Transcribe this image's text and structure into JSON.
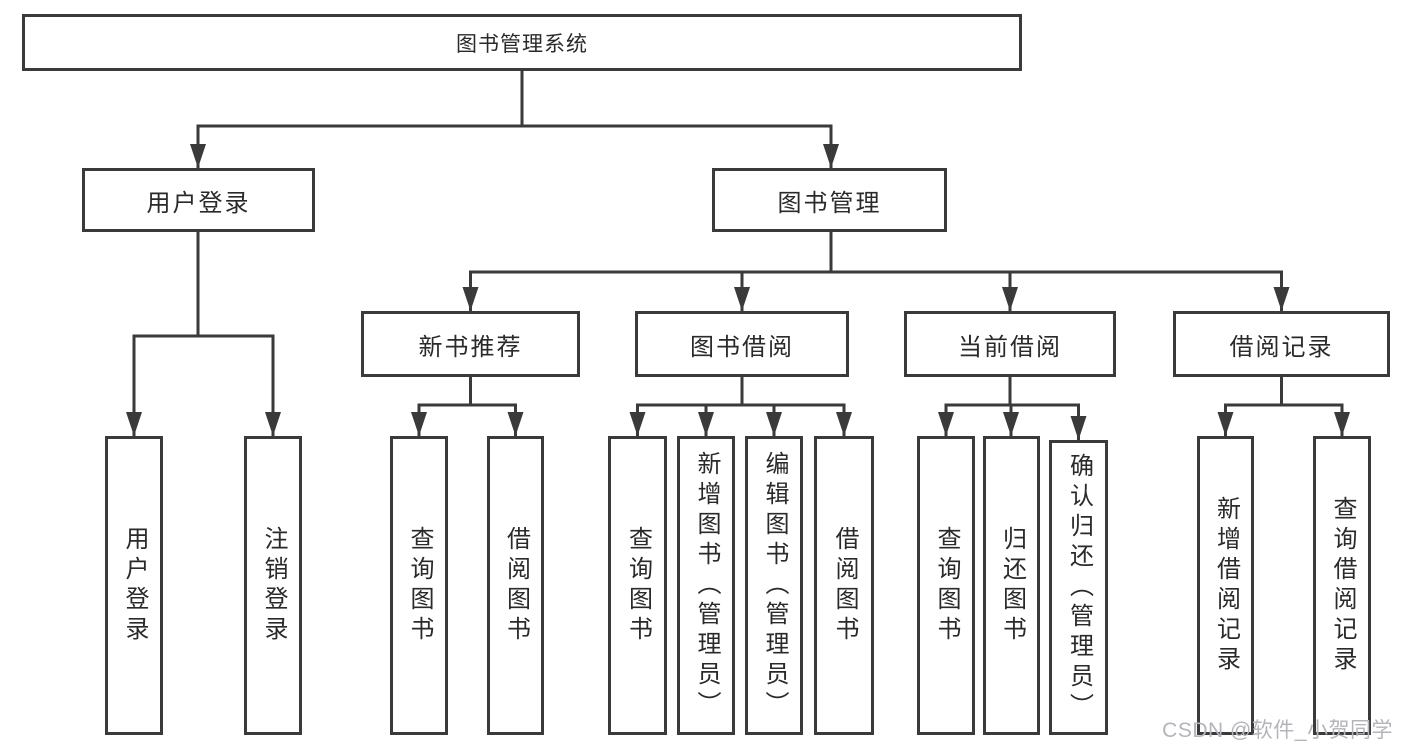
{
  "nodes": {
    "root": {
      "label": "图书管理系统"
    },
    "user_login": {
      "label": "用户登录"
    },
    "book_mgmt": {
      "label": "图书管理"
    },
    "new_book_rec": {
      "label": "新书推荐"
    },
    "book_borrow": {
      "label": "图书借阅"
    },
    "current_borrow": {
      "label": "当前借阅"
    },
    "borrow_records": {
      "label": "借阅记录"
    },
    "leaf_user_login": {
      "label": "用户登录"
    },
    "leaf_logout": {
      "label": "注销登录"
    },
    "leaf_rec_query": {
      "label": "查询图书"
    },
    "leaf_rec_borrow": {
      "label": "借阅图书"
    },
    "leaf_bb_query": {
      "label": "查询图书"
    },
    "leaf_bb_add": {
      "label": "新增图书（管理员）"
    },
    "leaf_bb_edit": {
      "label": "编辑图书（管理员）"
    },
    "leaf_bb_borrow": {
      "label": "借阅图书"
    },
    "leaf_cb_query": {
      "label": "查询图书"
    },
    "leaf_cb_return": {
      "label": "归还图书"
    },
    "leaf_cb_confirm": {
      "label": "确认归还（管理员）"
    },
    "leaf_br_add": {
      "label": "新增借阅记录"
    },
    "leaf_br_query": {
      "label": "查询借阅记录"
    }
  },
  "watermark": {
    "text": "CSDN @软件_小贺同学"
  },
  "colors": {
    "line": "#3a3a3a",
    "text": "#2a2a2a",
    "box_fill": "#ffffff",
    "watermark": "#b4b4ba"
  }
}
